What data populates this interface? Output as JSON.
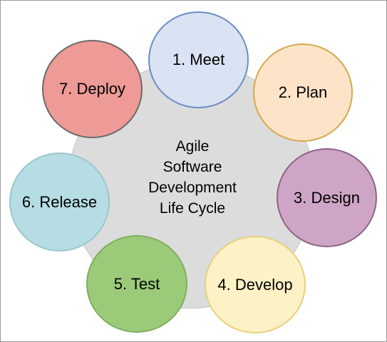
{
  "diagram": {
    "center_lines": [
      "Agile",
      "Software",
      "Development",
      "Life Cycle"
    ],
    "stages": [
      {
        "label": "1. Meet",
        "fill": "#dae3f3",
        "stroke": "#6b8ec6"
      },
      {
        "label": "2. Plan",
        "fill": "#fde4c9",
        "stroke": "#d7a74a"
      },
      {
        "label": "3. Design",
        "fill": "#cfa5c5",
        "stroke": "#8d6386"
      },
      {
        "label": "4. Develop",
        "fill": "#fdf1c6",
        "stroke": "#e8cf7c"
      },
      {
        "label": "5. Test",
        "fill": "#9bcb78",
        "stroke": "#7fae5f"
      },
      {
        "label": "6. Release",
        "fill": "#b5dde3",
        "stroke": "#9cc6cd"
      },
      {
        "label": "7. Deploy",
        "fill": "#ee9a97",
        "stroke": "#6a6a6a"
      }
    ]
  }
}
